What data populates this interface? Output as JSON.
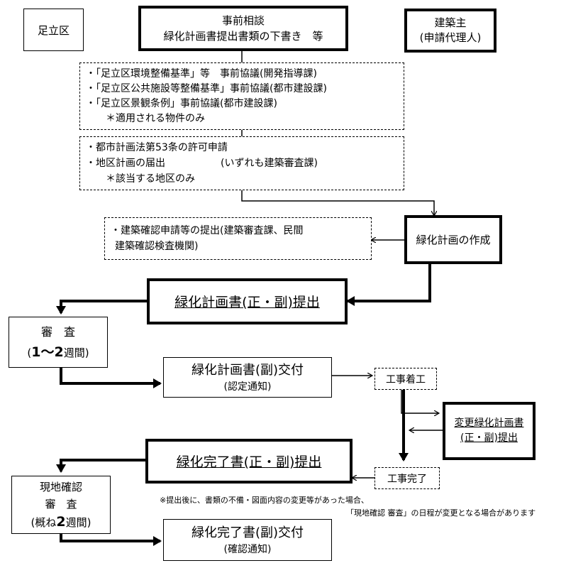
{
  "adachi": "足立区",
  "consult": {
    "l1": "事前相談",
    "l2": "緑化計画書提出書類の下書き　等"
  },
  "owner": {
    "l1": "建築主",
    "l2": "(申請代理人)"
  },
  "preconsult": {
    "l1": "・「足立区環境整備基準」等　事前協議(開発指導課)",
    "l2": "・「足立区公共施設等整備基準」事前協議(都市建設課)",
    "l3": "・「足立区景観条例」事前協議(都市建設課)",
    "l4": "＊適用される物件のみ"
  },
  "permit": {
    "l1": "・都市計画法第53条の許可申請",
    "l2a": "・地区計画の届出",
    "l2b": "(いずれも建築審査課)",
    "l3": "＊該当する地区のみ"
  },
  "kakunin": {
    "l1": "・建築確認申請等の提出(建築審査課、民間",
    "l2": "建築確認検査機関)"
  },
  "sakusei": "緑化計画の作成",
  "submit1": "緑化計画書(正・副)提出",
  "review1": {
    "l1": "審　査",
    "l2": "(",
    "l2b": "1～2",
    "l2c": "週間)"
  },
  "issue1": {
    "l1": "緑化計画書(副)交付",
    "l2": "(認定通知)"
  },
  "start": "工事着工",
  "change": {
    "l1": "変更緑化計画書",
    "l2": "(正・副)提出"
  },
  "submit2": "緑化完了書(正・副)提出",
  "finish": "工事完了",
  "notes": {
    "n1": "※提出後に、書類の不備・図面内容の変更等があった場合、",
    "n2": "「現地確認 審査」の日程が変更となる場合があります"
  },
  "review2": {
    "l1": "現地確認",
    "l2": "審　査",
    "l3": "(概ね",
    "l3b": "2",
    "l3c": "週間)"
  },
  "issue2": {
    "l1": "緑化完了書(副)交付",
    "l2": "(確認通知)"
  }
}
